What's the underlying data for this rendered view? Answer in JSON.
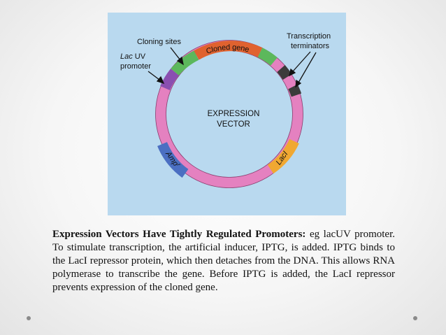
{
  "diagram": {
    "center_title_line1": "EXPRESSION",
    "center_title_line2": "VECTOR",
    "labels": {
      "cloning_sites": "Cloning sites",
      "lac_italic": "Lac",
      "lac_uv_rest": " UV",
      "promoter": "promoter",
      "transcription": "Transcription",
      "terminators": "terminators"
    },
    "segment_labels": {
      "cloned_gene": "Cloned gene",
      "amp": "Amp",
      "amp_sup": "r",
      "laci": "LacI"
    },
    "colors": {
      "backbone": "#e481c0",
      "cloning_sites": "#5cb85c",
      "cloned_gene": "#e0622f",
      "promoter": "#8a4fb0",
      "terminator": "#3b3b3b",
      "amp": "#4b6fc2",
      "laci": "#f0a832",
      "panel_background": "#b9d9ef"
    }
  },
  "caption": {
    "bold_lead": "Expression Vectors Have Tightly Regulated Promoters:",
    "body": " eg lacUV promoter. To stimulate transcription, the artificial inducer, IPTG, is added. IPTG binds to the LacI repressor protein, which then detaches from the DNA. This allows RNA polymerase to transcribe the gene. Before IPTG is added, the LacI repressor prevents expression of the cloned gene."
  }
}
